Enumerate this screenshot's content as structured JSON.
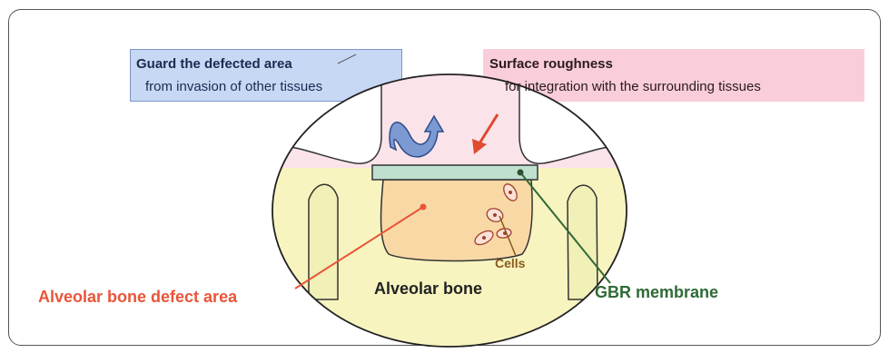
{
  "guard": {
    "title": "Guard the defected area",
    "subtitle": "from invasion of other tissues"
  },
  "roughness": {
    "title": "Surface roughness",
    "subtitle": "for integration with the surrounding tissues"
  },
  "labels": {
    "cells": "Cells",
    "alveolar_bone": "Alveolar bone",
    "defect_area": "Alveolar bone defect area",
    "membrane": "GBR membrane"
  },
  "colors": {
    "defect_label": "#e8553a",
    "membrane_label": "#2f6a36",
    "cells_label": "#8a5a1c",
    "guard_box": "#c6d8f4",
    "roughness_box": "#f9c6d4",
    "bone_fill": "#f7f4c0",
    "defect_fill": "#f8d9a6",
    "membrane_fill": "#bfe0cf"
  }
}
